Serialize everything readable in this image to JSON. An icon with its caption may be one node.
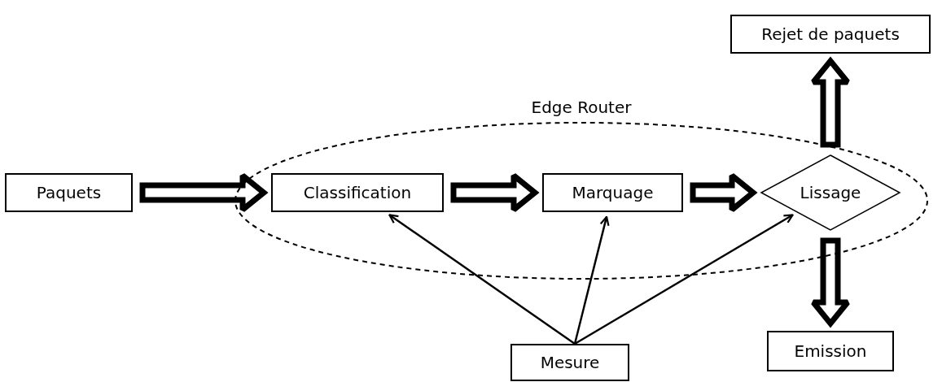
{
  "diagram": {
    "nodes": [
      {
        "text": [
          "Rejet de paquets"
        ]
      },
      {
        "text": [
          "Edge Router"
        ]
      },
      {
        "text": [
          "Paquets"
        ]
      },
      {
        "text": [
          "Classification"
        ],
        "in": 1
      },
      {
        "text": [
          "Marquage"
        ],
        "in": 1
      },
      {
        "text": [
          "Lissage"
        ],
        "in": 1
      },
      {
        "text": [
          "Emission"
        ]
      },
      {
        "text": [
          "Mesure"
        ]
      }
    ],
    "edges": [
      {
        "from": 2,
        "to": 3,
        "arrow": "to",
        "style": "thick"
      },
      {
        "from": 3,
        "to": 4,
        "arrow": "to",
        "style": "thick"
      },
      {
        "from": 4,
        "to": 5,
        "arrow": "to",
        "style": "thick"
      },
      {
        "from": 5,
        "to": 0,
        "arrow": "to",
        "style": "thick"
      },
      {
        "from": 5,
        "to": 6,
        "arrow": "to",
        "style": "thick"
      },
      {
        "from": 7,
        "to": 3,
        "arrow": "to"
      },
      {
        "from": 7,
        "to": 4,
        "arrow": "to"
      },
      {
        "from": 7,
        "to": 5,
        "arrow": "to"
      }
    ]
  }
}
